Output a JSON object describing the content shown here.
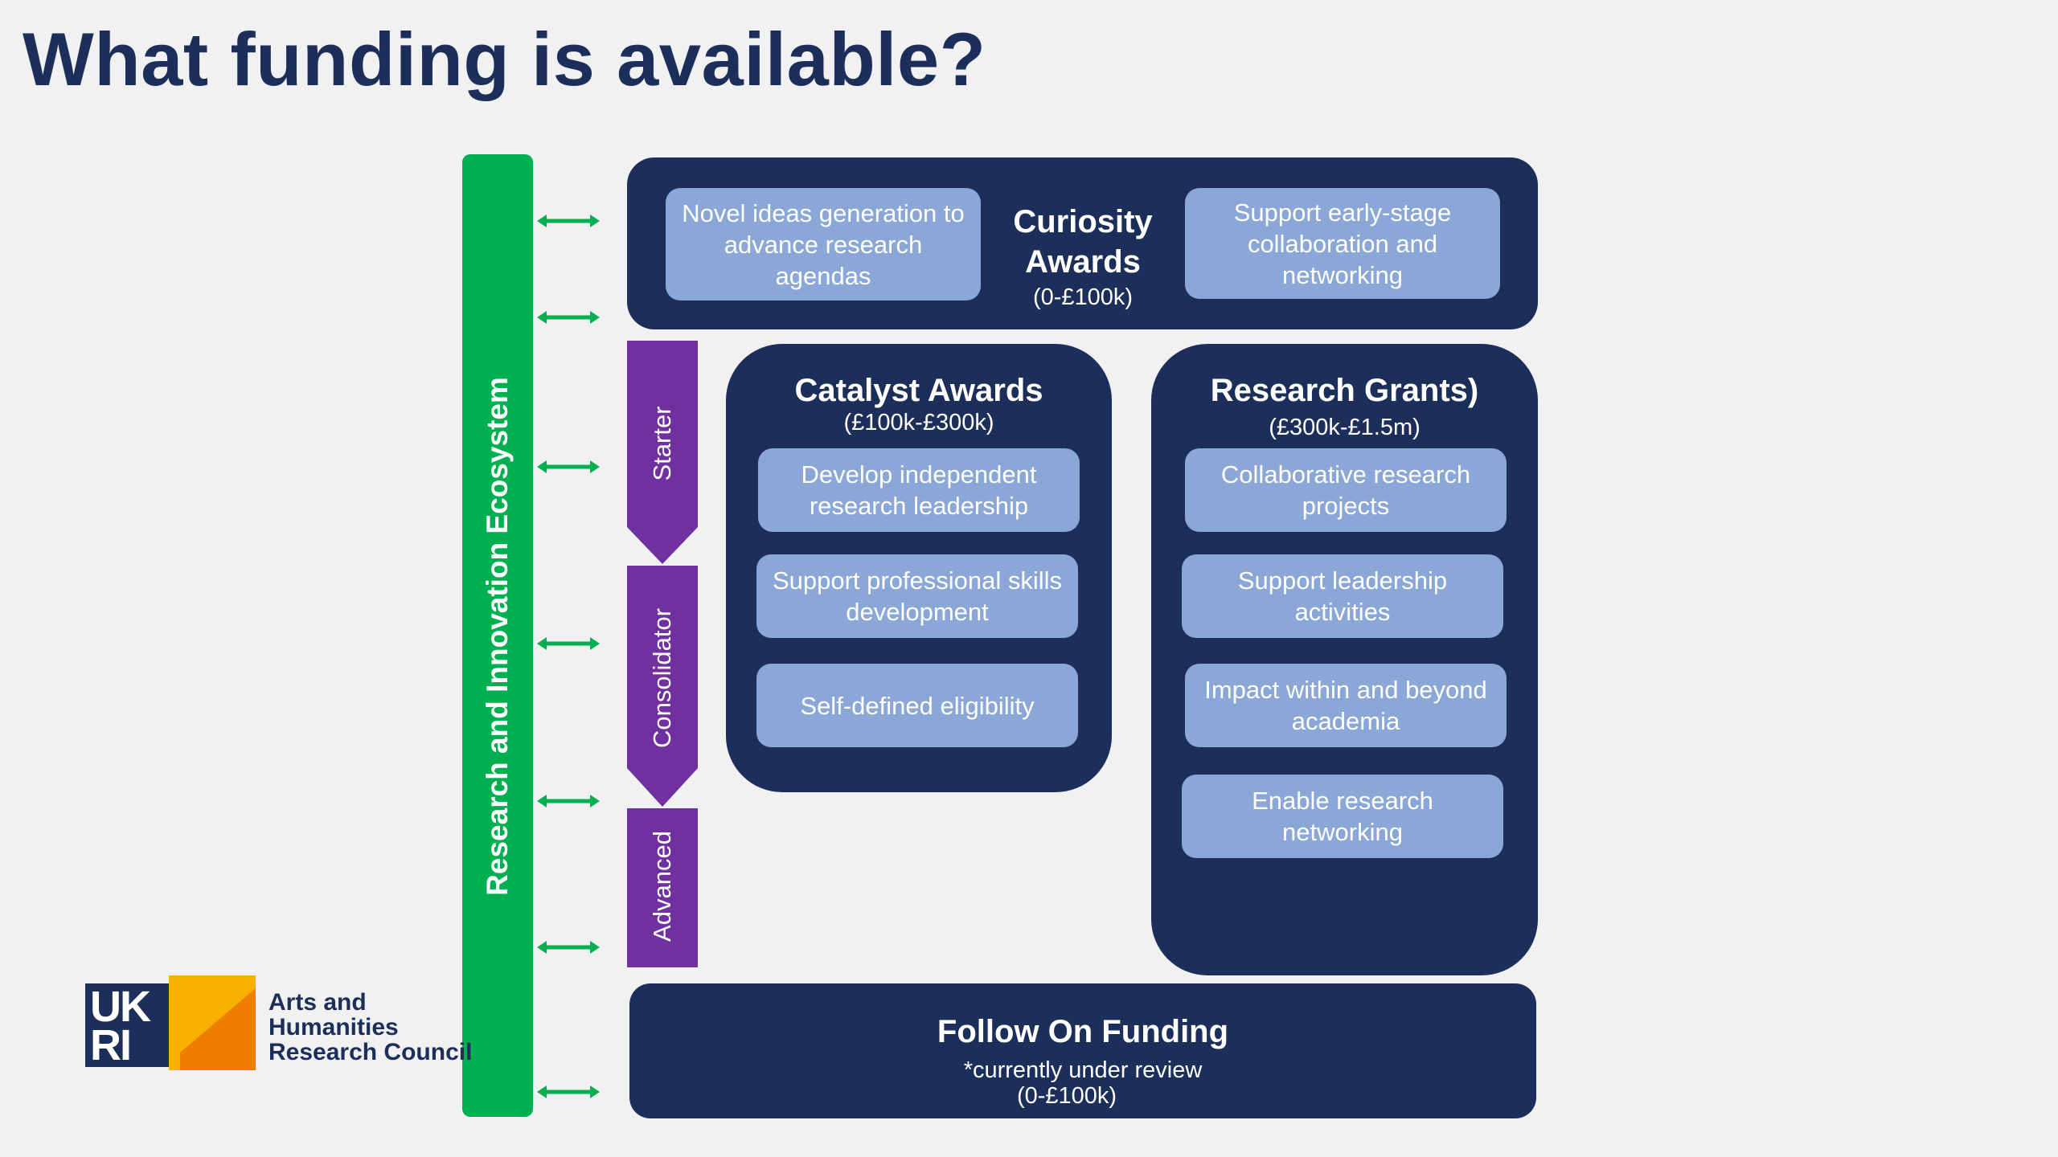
{
  "title": "What funding is available?",
  "ecosystem_label": "Research and Innovation Ecosystem",
  "career_stages": [
    "Starter",
    "Consolidator",
    "Advanced"
  ],
  "curiosity": {
    "title_line1": "Curiosity",
    "title_line2": "Awards",
    "range": "(0-£100k)",
    "left_pill": "Novel ideas generation to advance research agendas",
    "right_pill": "Support early-stage collaboration and networking"
  },
  "catalyst": {
    "title": "Catalyst Awards",
    "range": "(£100k-£300k)",
    "items": [
      "Develop independent research leadership",
      "Support professional skills development",
      "Self-defined eligibility"
    ]
  },
  "research_grants": {
    "title": "Research Grants)",
    "range": "(£300k-£1.5m)",
    "items": [
      "Collaborative research projects",
      "Support leadership activities",
      "Impact within and beyond academia",
      "Enable research networking"
    ]
  },
  "follow_on": {
    "title": "Follow On Funding",
    "note": "*currently under review",
    "range": "(0-£100k)"
  },
  "logo": {
    "mark_line1": "UK",
    "mark_line2": "RI",
    "text_line1": "Arts and",
    "text_line2": "Humanities",
    "text_line3": "Research Council"
  },
  "colors": {
    "navy": "#1c2e5a",
    "pill": "#8aa7d8",
    "green": "#00b050",
    "purple": "#7030a0",
    "logo_yellow": "#f9b000",
    "logo_orange": "#ee7d00"
  }
}
